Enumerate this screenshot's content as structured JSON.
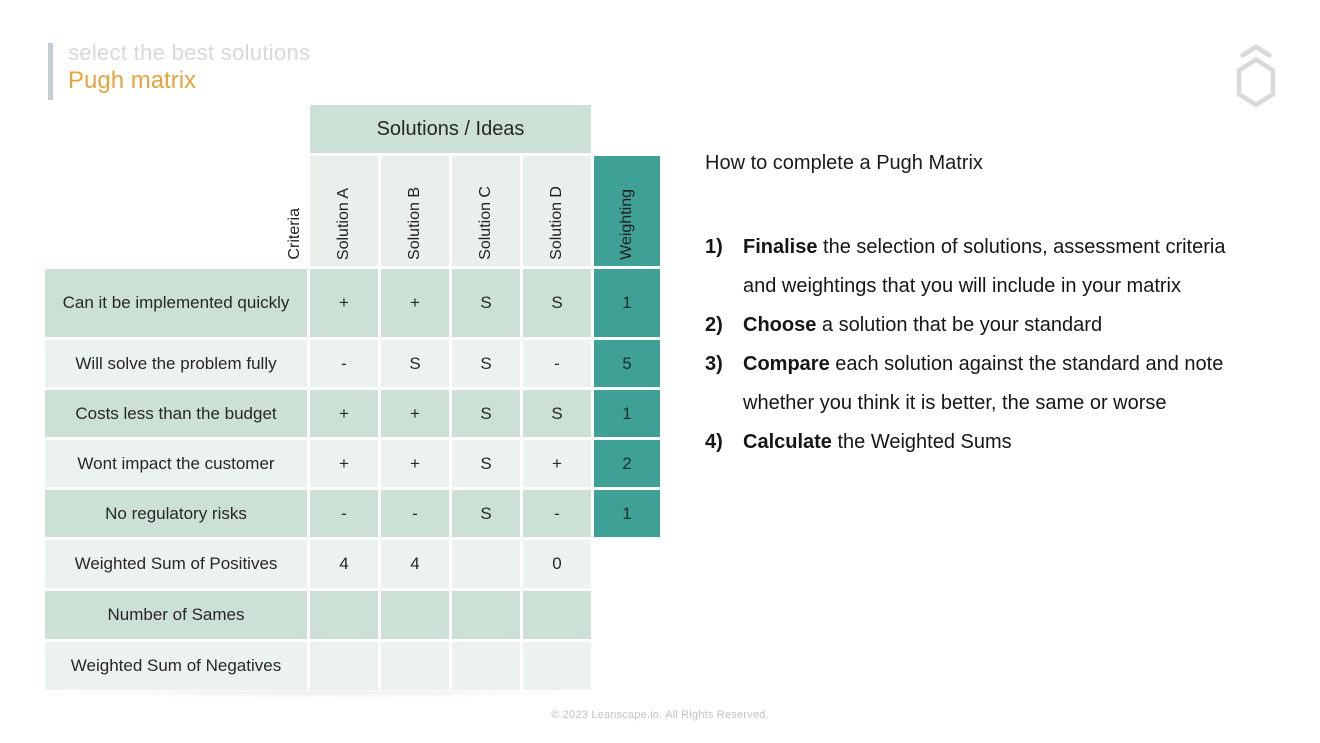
{
  "slide": {
    "kicker": "select the best solutions",
    "title": "Pugh matrix",
    "footer": "© 2023 Leanscape.io. All Rights Reserved.",
    "logo_icon": "hexagon-chevron-icon"
  },
  "colors": {
    "accent_orange": "#e8a33d",
    "accent_bar_gray": "#c5ced5",
    "kicker_gray": "#d5d9db",
    "teal": "#3fa096",
    "sage_dark": "#cde0d6",
    "sage_light": "#ecf2ef",
    "header_cell": "#e9f0ec",
    "logo_gray": "#d9d9d9"
  },
  "matrix": {
    "group_header": "Solutions / Ideas",
    "criteria_label": "Criteria",
    "columns": [
      "Solution A",
      "Solution B",
      "Solution C",
      "Solution D"
    ],
    "weighting_label": "Weighting",
    "rows": [
      {
        "label": "Can it be implemented quickly",
        "values": [
          "+",
          "+",
          "S",
          "S"
        ],
        "weight": "1"
      },
      {
        "label": "Will solve the problem fully",
        "values": [
          "-",
          "S",
          "S",
          "-"
        ],
        "weight": "5"
      },
      {
        "label": "Costs less than the budget",
        "values": [
          "+",
          "+",
          "S",
          "S"
        ],
        "weight": "1"
      },
      {
        "label": "Wont impact the customer",
        "values": [
          "+",
          "+",
          "S",
          "+"
        ],
        "weight": "2"
      },
      {
        "label": "No regulatory risks",
        "values": [
          "-",
          "-",
          "S",
          "-"
        ],
        "weight": "1"
      }
    ],
    "summary_rows": [
      {
        "label": "Weighted Sum of Positives",
        "values": [
          "4",
          "4",
          "",
          "0"
        ]
      },
      {
        "label": "Number of Sames",
        "values": [
          "",
          "",
          "",
          ""
        ]
      },
      {
        "label": "Weighted Sum of Negatives",
        "values": [
          "",
          "",
          "",
          ""
        ]
      }
    ]
  },
  "instructions": {
    "heading": "How to complete a Pugh Matrix",
    "items": [
      {
        "num": "1)",
        "lead": "Finalise",
        "rest": " the selection of solutions, assessment criteria and weightings that you will include in your matrix"
      },
      {
        "num": "2)",
        "lead": "Choose",
        "rest": " a solution that be your standard"
      },
      {
        "num": "3)",
        "lead": "Compare",
        "rest": " each solution against the standard and note whether you think it is better, the same or worse"
      },
      {
        "num": "4)",
        "lead": "Calculate",
        "rest": " the Weighted Sums"
      }
    ]
  }
}
